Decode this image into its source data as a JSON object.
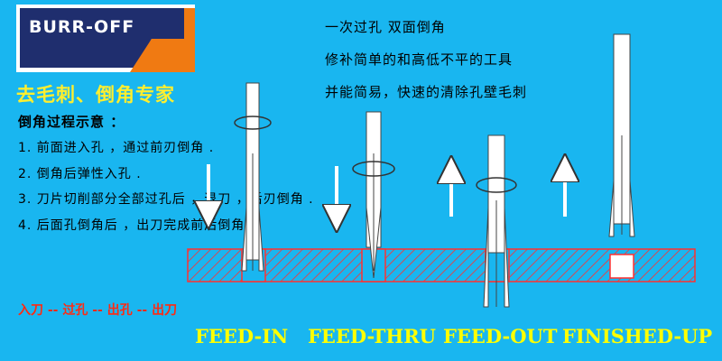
{
  "logo": {
    "text": "BURR-OFF",
    "colors": {
      "navy": "#1f2e6e",
      "orange": "#f07a12"
    }
  },
  "slogan": "去毛刺、倒角专家",
  "features": [
    "一次过孔 双面倒角",
    "修补简单的和高低不平的工具",
    "并能简易，快速的清除孔壁毛刺"
  ],
  "steps_title": "倒角过程示意 ：",
  "steps": [
    "1. 前面进入孔 ，通过前刃倒角 .",
    "2. 倒角后弹性入孔 .",
    "3. 刀片切削部分全部过孔后 ，退刀 ，后刃倒角 .",
    "4. 后面孔倒角后 ，出刀完成前后倒角 ."
  ],
  "process_sequence": "入刀 -- 过孔 -- 出孔 -- 出刀",
  "stages": [
    "FEED-IN",
    "FEED-THRU",
    "FEED-OUT",
    "FINISHED-UP"
  ],
  "colors": {
    "background": "#19b6f0",
    "slogan": "#ffef2e",
    "stage_label": "#ffff00",
    "hatch": "#ff3030",
    "sequence": "#ff2a12"
  }
}
